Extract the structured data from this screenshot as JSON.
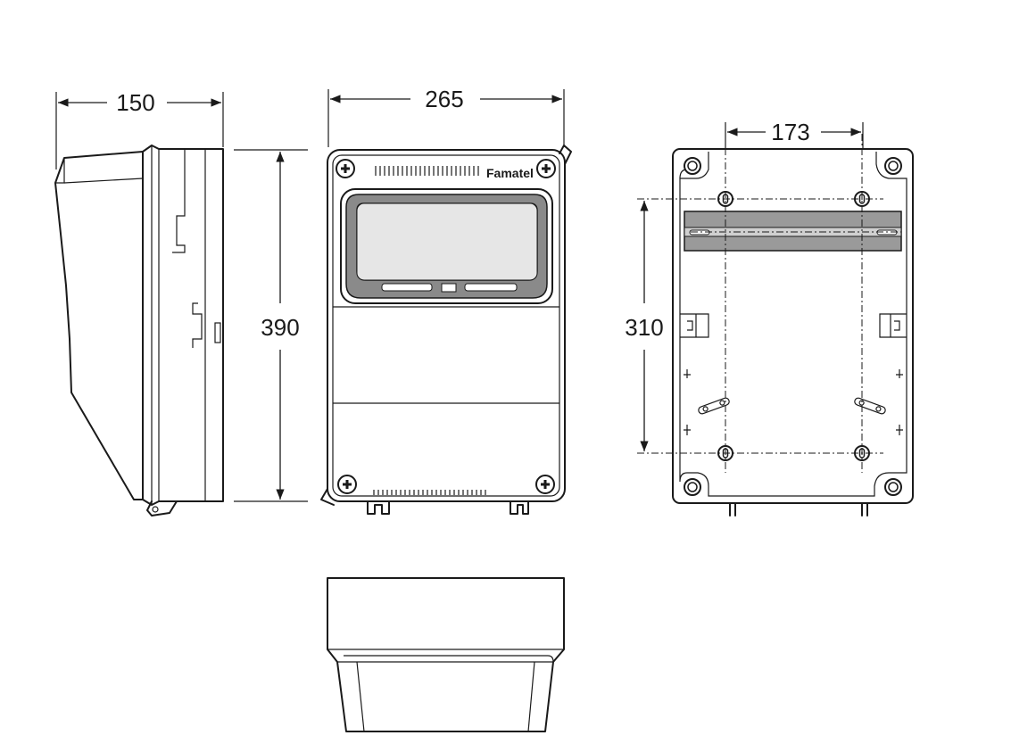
{
  "dimensions": {
    "side_depth": "150",
    "front_width": "265",
    "front_height": "390",
    "back_hole_spacing": "173",
    "back_hole_height": "310"
  },
  "front": {
    "brand": "Famatel"
  }
}
